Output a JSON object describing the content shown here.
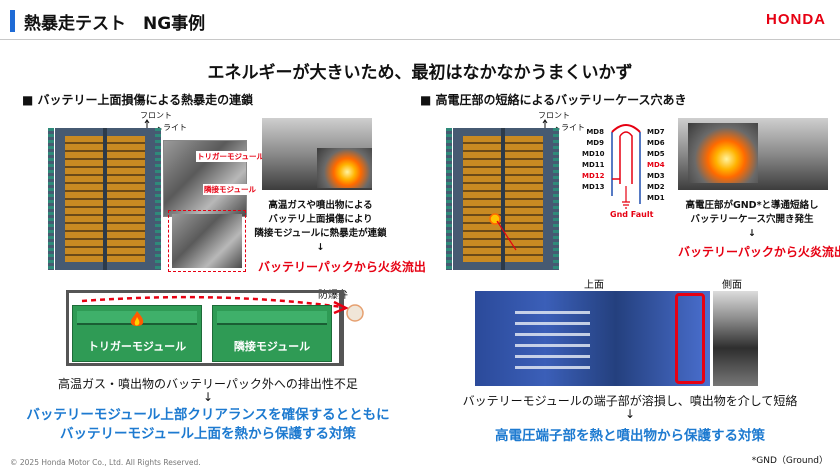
{
  "header": {
    "title": "熱暴走テスト　NG事例",
    "brand": "HONDA"
  },
  "subtitle": "エネルギーが大きいため、最初はなかなかうまくいかず",
  "left": {
    "heading": "■ バッテリー上面損傷による熱暴走の連鎖",
    "front_label": "フロント",
    "right_label": "ライト",
    "trigger_tag": "トリガーモジュール",
    "adjacent_tag": "隣接モジュール",
    "caption_lines": [
      "高温ガスや噴出物による",
      "バッテリ上面損傷により",
      "隣接モジュールに熱暴走が連鎖"
    ],
    "arrow": "↓",
    "result": "バッテリーパックから火炎流出",
    "vent_label": "防爆弁",
    "module_trigger": "トリガーモジュール",
    "module_adjacent": "隣接モジュール",
    "issue": "高温ガス・噴出物のバッテリーパック外への排出性不足",
    "issue_arrow": "↓",
    "countermeasure_lines": [
      "バッテリーモジュール上部クリアランスを確保するとともに",
      "バッテリーモジュール上面を熱から保護する対策"
    ]
  },
  "right": {
    "heading": "■ 高電圧部の短絡によるバッテリーケース穴あき",
    "front_label": "フロント",
    "right_label": "ライト",
    "md_left": [
      "MD8",
      "MD9",
      "MD10",
      "MD11",
      "MD12",
      "MD13"
    ],
    "md_right": [
      "MD7",
      "MD6",
      "MD5",
      "MD4",
      "MD3",
      "MD2",
      "MD1"
    ],
    "gnd_fault": "Gnd Fault",
    "caption_lines": [
      "高電圧部がGND*と導通短絡し",
      "バッテリーケース穴開き発生"
    ],
    "arrow": "↓",
    "result": "バッテリーパックから火炎流出",
    "top_label": "上面",
    "side_label": "側面",
    "issue": "バッテリーモジュールの端子部が溶損し、噴出物を介して短絡",
    "issue_arrow": "↓",
    "countermeasure": "高電圧端子部を熱と噴出物から保護する対策"
  },
  "footnote": "*GND（Ground）",
  "copyright": "© 2025 Honda Motor Co., Ltd. All Rights Reserved.",
  "colors": {
    "accent_blue": "#1f6bd6",
    "brand_red": "#e60012",
    "highlight_blue": "#1d7ad0"
  }
}
